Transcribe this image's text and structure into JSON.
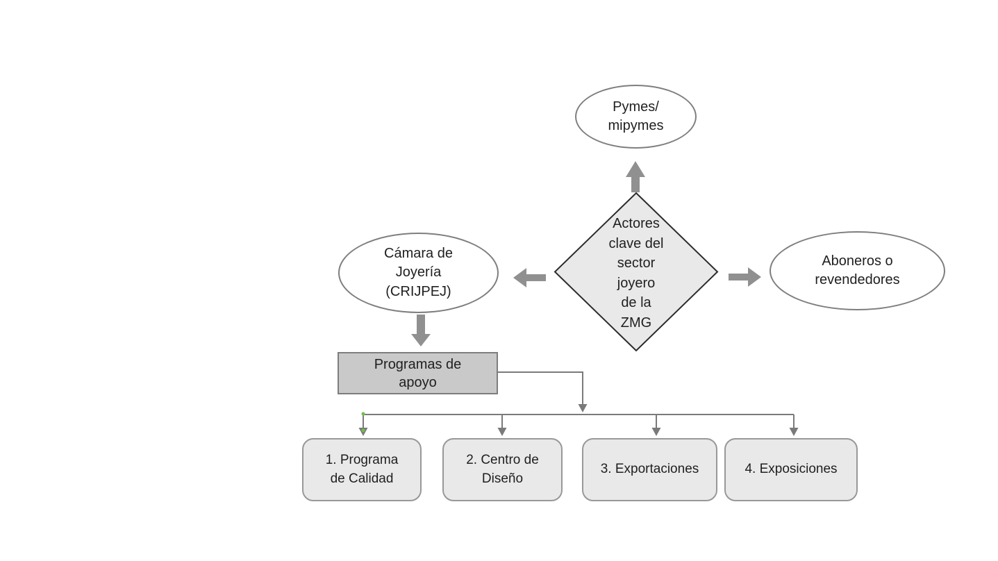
{
  "canvas": {
    "background": "#ffffff"
  },
  "palette": {
    "light_fill": "#e9e9e9",
    "medium_fill": "#c9c9c9",
    "ellipse_fill": "#ffffff",
    "ellipse_border": "#7e7e7e",
    "diamond_border": "#2b2b2b",
    "rounded_border": "#989898",
    "block_arrow_gray": "#909090",
    "connector_gray": "#7a7a7a",
    "endpoint_green": "#70bf4b",
    "text": "#1f1f1f"
  },
  "nodes": {
    "diamond": {
      "shape": "diamond",
      "label": "Actores\nclave del\nsector\njoyero\nde la\nZMG"
    },
    "pymes": {
      "shape": "ellipse",
      "label": "Pymes/\nmipymes"
    },
    "camara": {
      "shape": "ellipse",
      "label": "Cámara de\nJoyería\n(CRIJPEJ)"
    },
    "aboneros": {
      "shape": "ellipse",
      "label": "Aboneros o\nrevendedores"
    },
    "programas": {
      "shape": "rectangle",
      "label": "Programas de\napoyo"
    },
    "program1": {
      "shape": "rounded-rectangle",
      "label": "1. Programa\nde Calidad"
    },
    "program2": {
      "shape": "rounded-rectangle",
      "label": "2. Centro de\nDiseño"
    },
    "program3": {
      "shape": "rounded-rectangle",
      "label": "3. Exportaciones"
    },
    "program4": {
      "shape": "rounded-rectangle",
      "label": "4. Exposiciones"
    }
  },
  "edges": [
    {
      "from": "diamond",
      "to": "pymes",
      "type": "block-arrow-up"
    },
    {
      "from": "diamond",
      "to": "camara",
      "type": "block-arrow-left"
    },
    {
      "from": "diamond",
      "to": "aboneros",
      "type": "block-arrow-right"
    },
    {
      "from": "camara",
      "to": "programas",
      "type": "block-arrow-down"
    },
    {
      "from": "programas",
      "to": "program1",
      "type": "elbow-connector"
    },
    {
      "from": "programas",
      "to": "program2",
      "type": "elbow-connector"
    },
    {
      "from": "programas",
      "to": "program3",
      "type": "elbow-connector"
    },
    {
      "from": "programas",
      "to": "program4",
      "type": "elbow-connector"
    }
  ]
}
